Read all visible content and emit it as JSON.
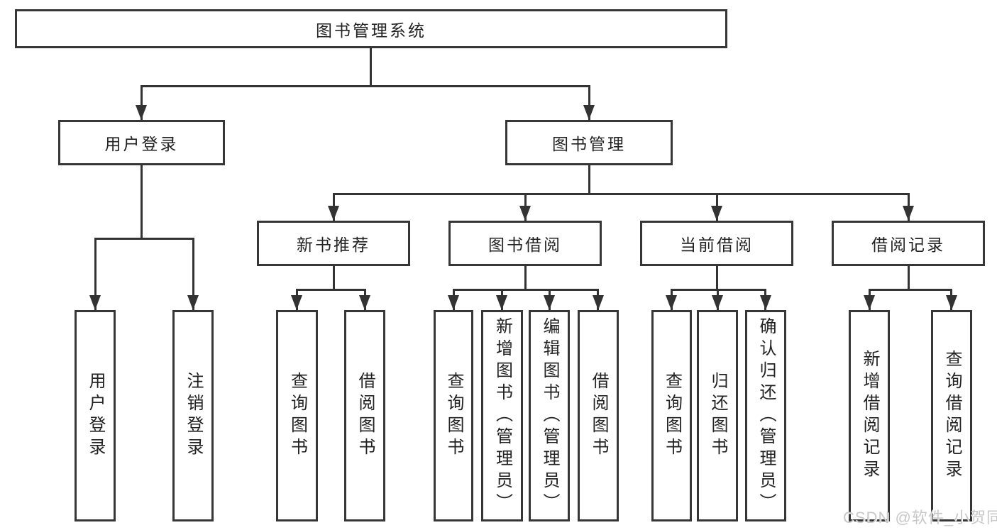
{
  "tree": {
    "label": "图书管理系统",
    "children": [
      {
        "label": "用户登录",
        "children": [
          {
            "label": "用户登录"
          },
          {
            "label": "注销登录"
          }
        ]
      },
      {
        "label": "图书管理",
        "children": [
          {
            "label": "新书推荐",
            "children": [
              {
                "label": "查询图书"
              },
              {
                "label": "借阅图书"
              }
            ]
          },
          {
            "label": "图书借阅",
            "children": [
              {
                "label": "查询图书"
              },
              {
                "label": "新增图书（管理员）"
              },
              {
                "label": "编辑图书（管理员）"
              },
              {
                "label": "借阅图书"
              }
            ]
          },
          {
            "label": "当前借阅",
            "children": [
              {
                "label": "查询图书"
              },
              {
                "label": "归还图书"
              },
              {
                "label": "确认归还（管理员）"
              }
            ]
          },
          {
            "label": "借阅记录",
            "children": [
              {
                "label": "新增借阅记录"
              },
              {
                "label": "查询借阅记录"
              }
            ]
          }
        ]
      }
    ]
  },
  "watermark": {
    "text": "CSDN @软件_小贺同学"
  },
  "colors": {
    "line": "#333333",
    "border": "#363636",
    "text": "#222222",
    "watermark": "#c8c8c8"
  }
}
